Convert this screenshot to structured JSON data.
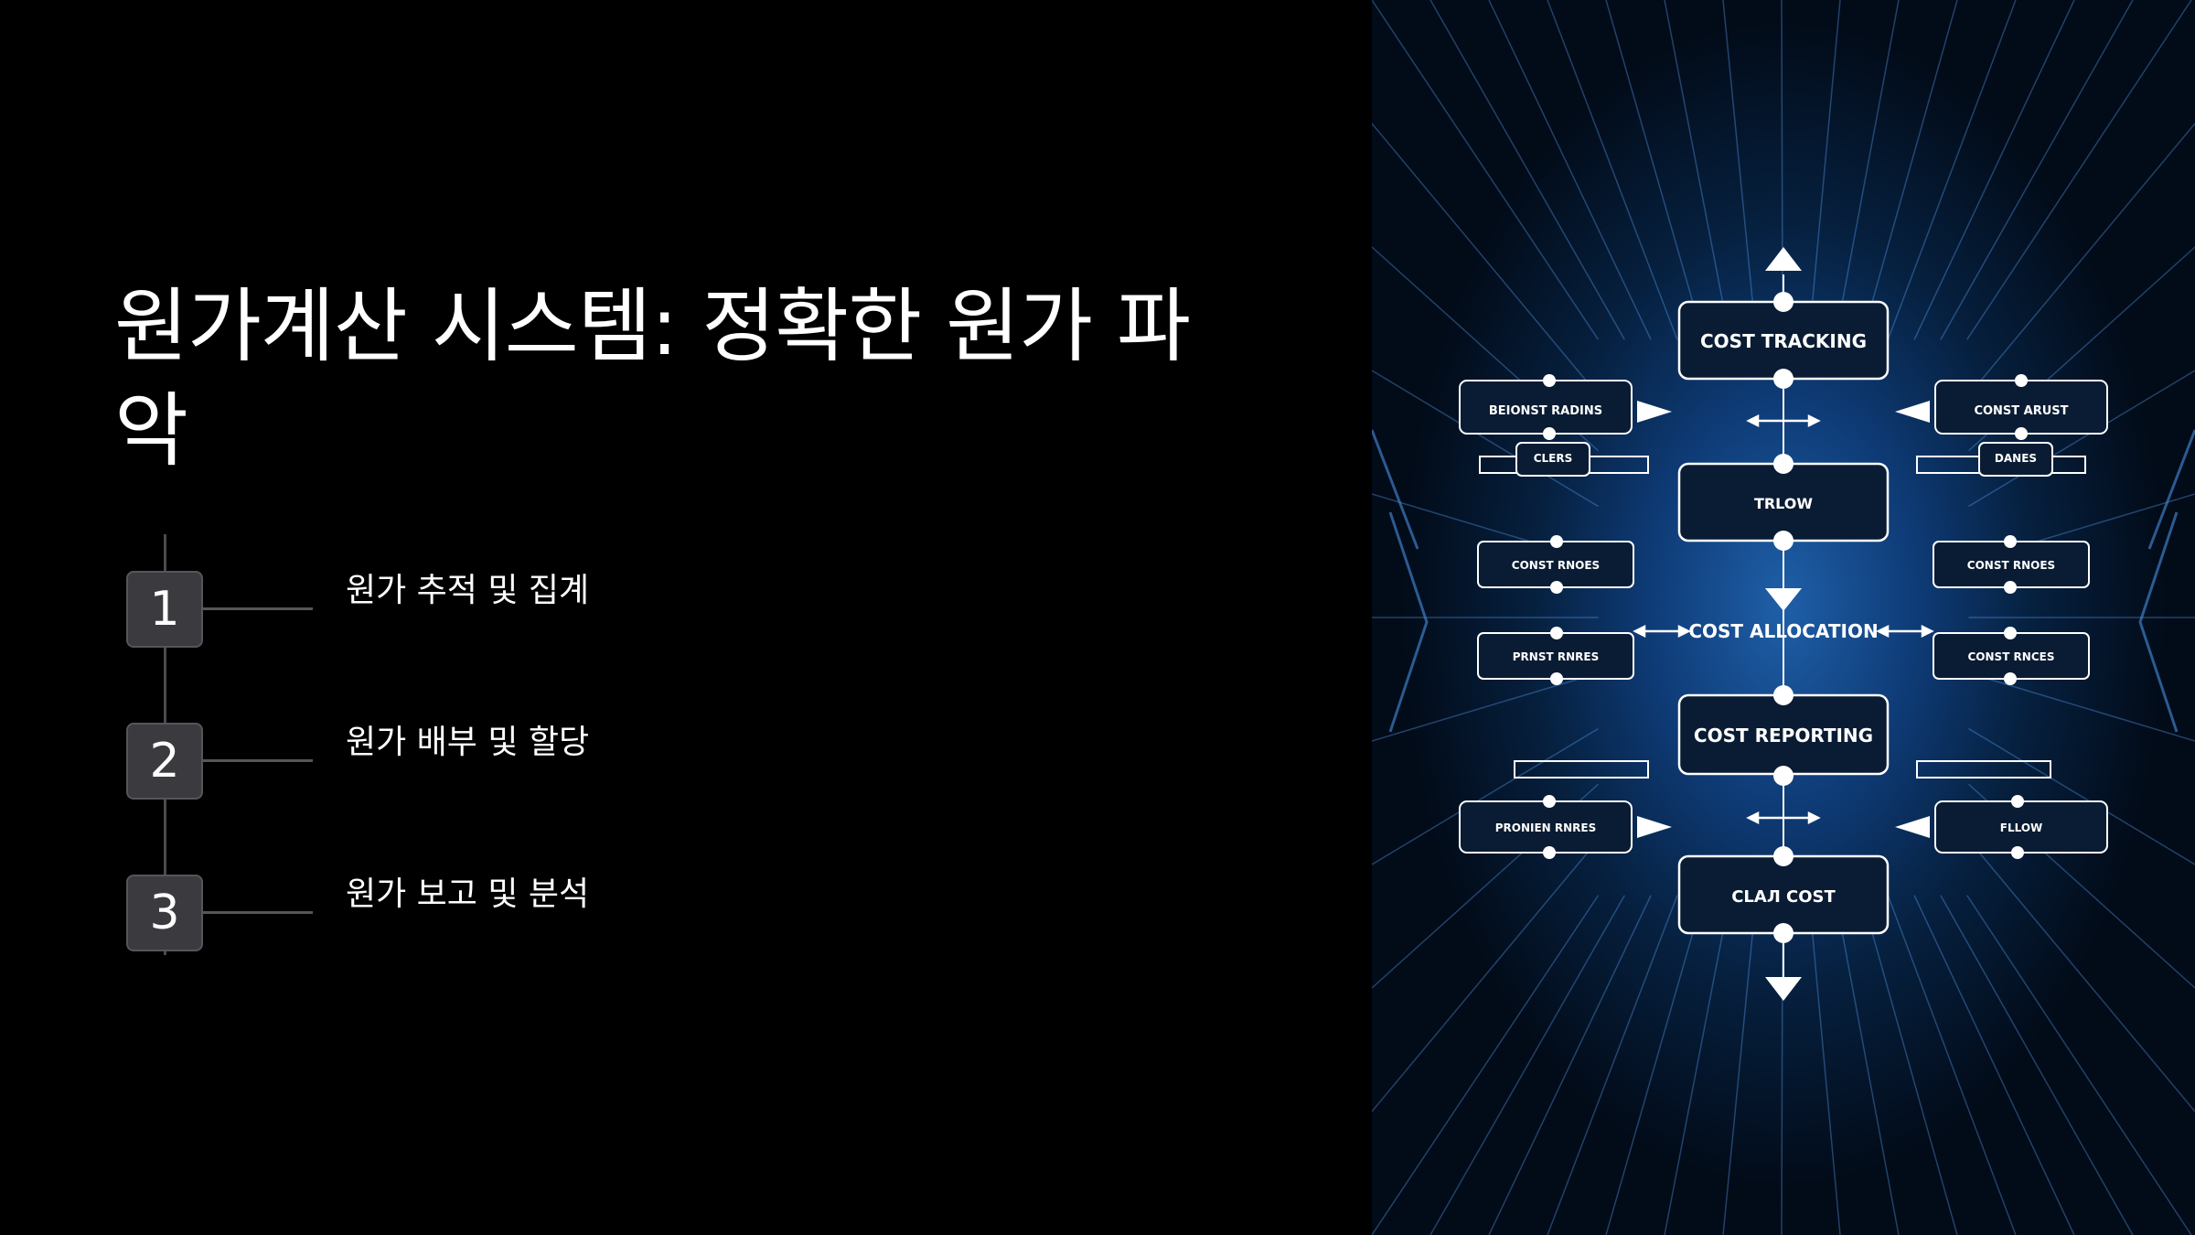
{
  "slide": {
    "title": "원가계산 시스템: 정확한 원가 파악",
    "steps": [
      {
        "number": "1",
        "label": "원가 추적 및 집계"
      },
      {
        "number": "2",
        "label": "원가 배부 및 할당"
      },
      {
        "number": "3",
        "label": "원가 보고 및 분석"
      }
    ]
  },
  "diagram": {
    "center_boxes": [
      "COST TRACKING",
      "TRLOW",
      "COST REPORTING",
      "CLAЛ COST"
    ],
    "center_label": "COST ALLOCATION",
    "left_boxes": [
      "BEIONST RADINS",
      "CLERS",
      "CONST RNOES",
      "PRNST RNRES",
      "PRONIEN RNRES"
    ],
    "right_boxes": [
      "CONST ARUST",
      "DANES",
      "CONST RNOES",
      "CONST RNCES",
      "FLLOW"
    ],
    "colors": {
      "accent": "#1f5fa8",
      "box_fill": "#0a1c33",
      "line": "#ffffff"
    }
  }
}
